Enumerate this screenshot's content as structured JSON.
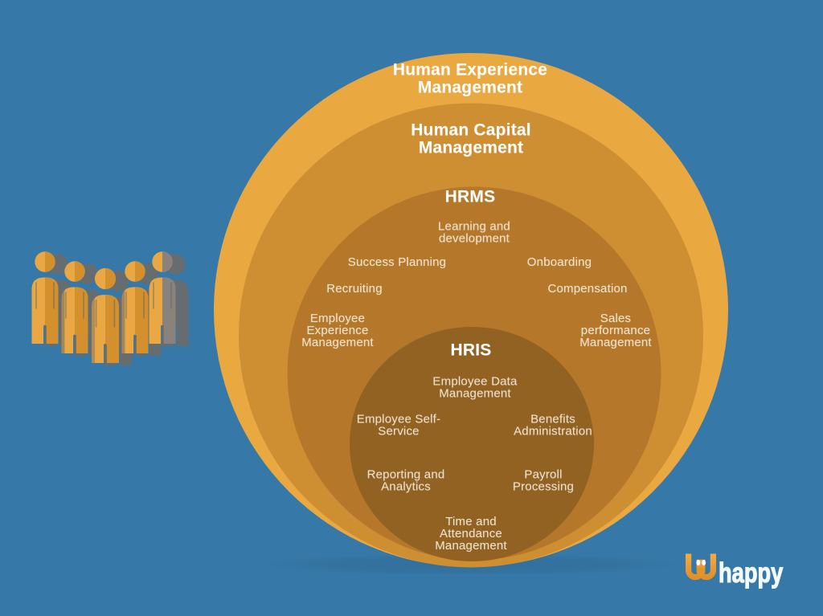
{
  "background_color": "#3678A7",
  "diagram": {
    "type": "concentric-onion",
    "rings": [
      {
        "id": "hxm",
        "title": "Human Experience Management",
        "color": "#E9A840"
      },
      {
        "id": "hcm",
        "title": "Human Capital Management",
        "color": "#CE8F33"
      },
      {
        "id": "hrms",
        "title": "HRMS",
        "color": "#B5782B",
        "items": {
          "learning": "Learning and development",
          "success_planning": "Success Planning",
          "onboarding": "Onboarding",
          "recruiting": "Recruiting",
          "compensation": "Compensation",
          "employee_experience": "Employee Experience Management",
          "sales_performance": "Sales performance Management"
        }
      },
      {
        "id": "hris",
        "title": "HRIS",
        "color": "#916222",
        "items": {
          "employee_data": "Employee Data Management",
          "self_service": "Employee Self-Service",
          "benefits": "Benefits Administration",
          "reporting": "Reporting and Analytics",
          "payroll": "Payroll Processing",
          "time_attendance": "Time and Attendance Management"
        }
      }
    ]
  },
  "illustration": {
    "name": "people-group-icon",
    "people_count": 5,
    "color_light": "#E9A843",
    "color_dark": "#D3902C"
  },
  "logo": {
    "mark": "w-smiley-icon",
    "text": "happy",
    "mark_color": "#F2A63C",
    "text_color": "#F4F9FC"
  }
}
